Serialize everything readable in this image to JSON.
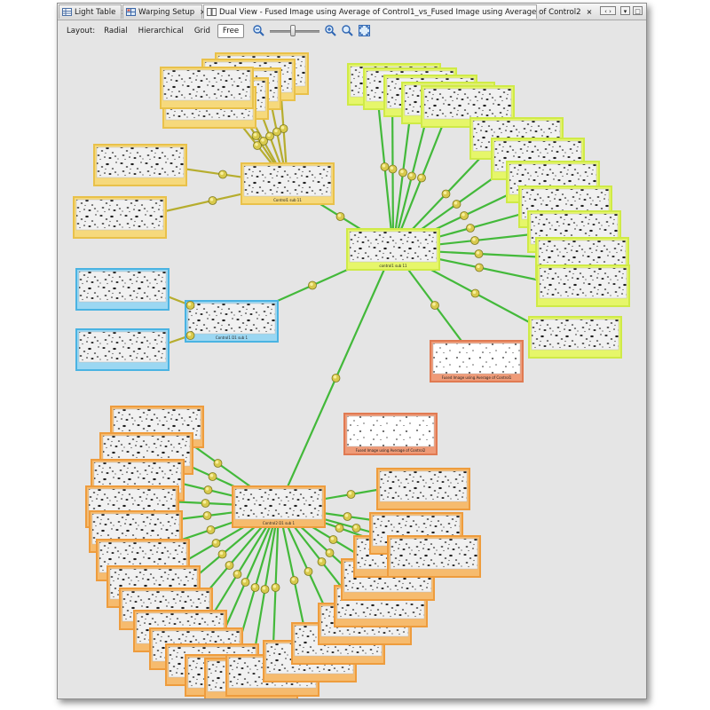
{
  "tabs": [
    {
      "label": "Light Table",
      "icon": "table-icon",
      "active": false
    },
    {
      "label": "Warping Setup",
      "icon": "grid-icon",
      "active": false
    },
    {
      "label": "Dual View - Fused Image using Average of Control1_vs_Fused Image using Average of Control2",
      "icon": "dual-view-icon",
      "active": true
    }
  ],
  "window_controls": [
    {
      "name": "scroll-tabs",
      "glyph": "‹ ›"
    },
    {
      "name": "tab-list",
      "glyph": "▾"
    },
    {
      "name": "maximize",
      "glyph": "□"
    }
  ],
  "toolbar": {
    "layout_label": "Layout:",
    "buttons": [
      {
        "label": "Radial",
        "selected": false
      },
      {
        "label": "Hierarchical",
        "selected": false
      },
      {
        "label": "Grid",
        "selected": false
      },
      {
        "label": "Free",
        "selected": true
      }
    ],
    "zoom_level": 0.45
  },
  "colors": {
    "yellow_border": "#e9c14a",
    "yellow_label": "#f6d97c",
    "lime_border": "#cfea47",
    "lime_label": "#e6f66a",
    "blue_border": "#4ab3e2",
    "blue_label": "#9bd7f2",
    "orange_border": "#ee9c3d",
    "orange_label": "#f6bb6e",
    "red_border": "#e07a52",
    "red_label": "#ef9b78",
    "green_edge": "#43b93a",
    "olive_edge": "#b6ad2e"
  },
  "nodes": {
    "fused_1": "Fused Image using Average of Control1",
    "fused_2": "Fused Image using Average of Control2",
    "lime_hub": "control1 sub 11",
    "yellow_hub": "Control1 sub 11",
    "blue_hub": "Control1 D1 sub 1",
    "orange_hub": "Control2 D1 sub 1"
  }
}
